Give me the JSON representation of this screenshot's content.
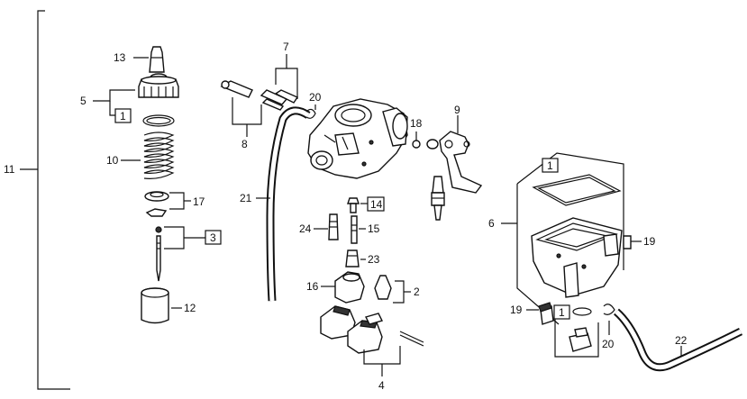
{
  "diagram": {
    "labels": {
      "l11": "11",
      "l13": "13",
      "l5": "5",
      "l1a": "1",
      "l10": "10",
      "l17": "17",
      "l3": "3",
      "l12": "12",
      "l7": "7",
      "l8": "8",
      "l20a": "20",
      "l21": "21",
      "l24": "24",
      "l14": "14",
      "l15": "15",
      "l23": "23",
      "l16": "16",
      "l2": "2",
      "l4": "4",
      "l18": "18",
      "l9": "9",
      "l1b": "1",
      "l6": "6",
      "l19a": "19",
      "l19b": "19",
      "l1c": "1",
      "l20b": "20",
      "l22": "22"
    }
  }
}
